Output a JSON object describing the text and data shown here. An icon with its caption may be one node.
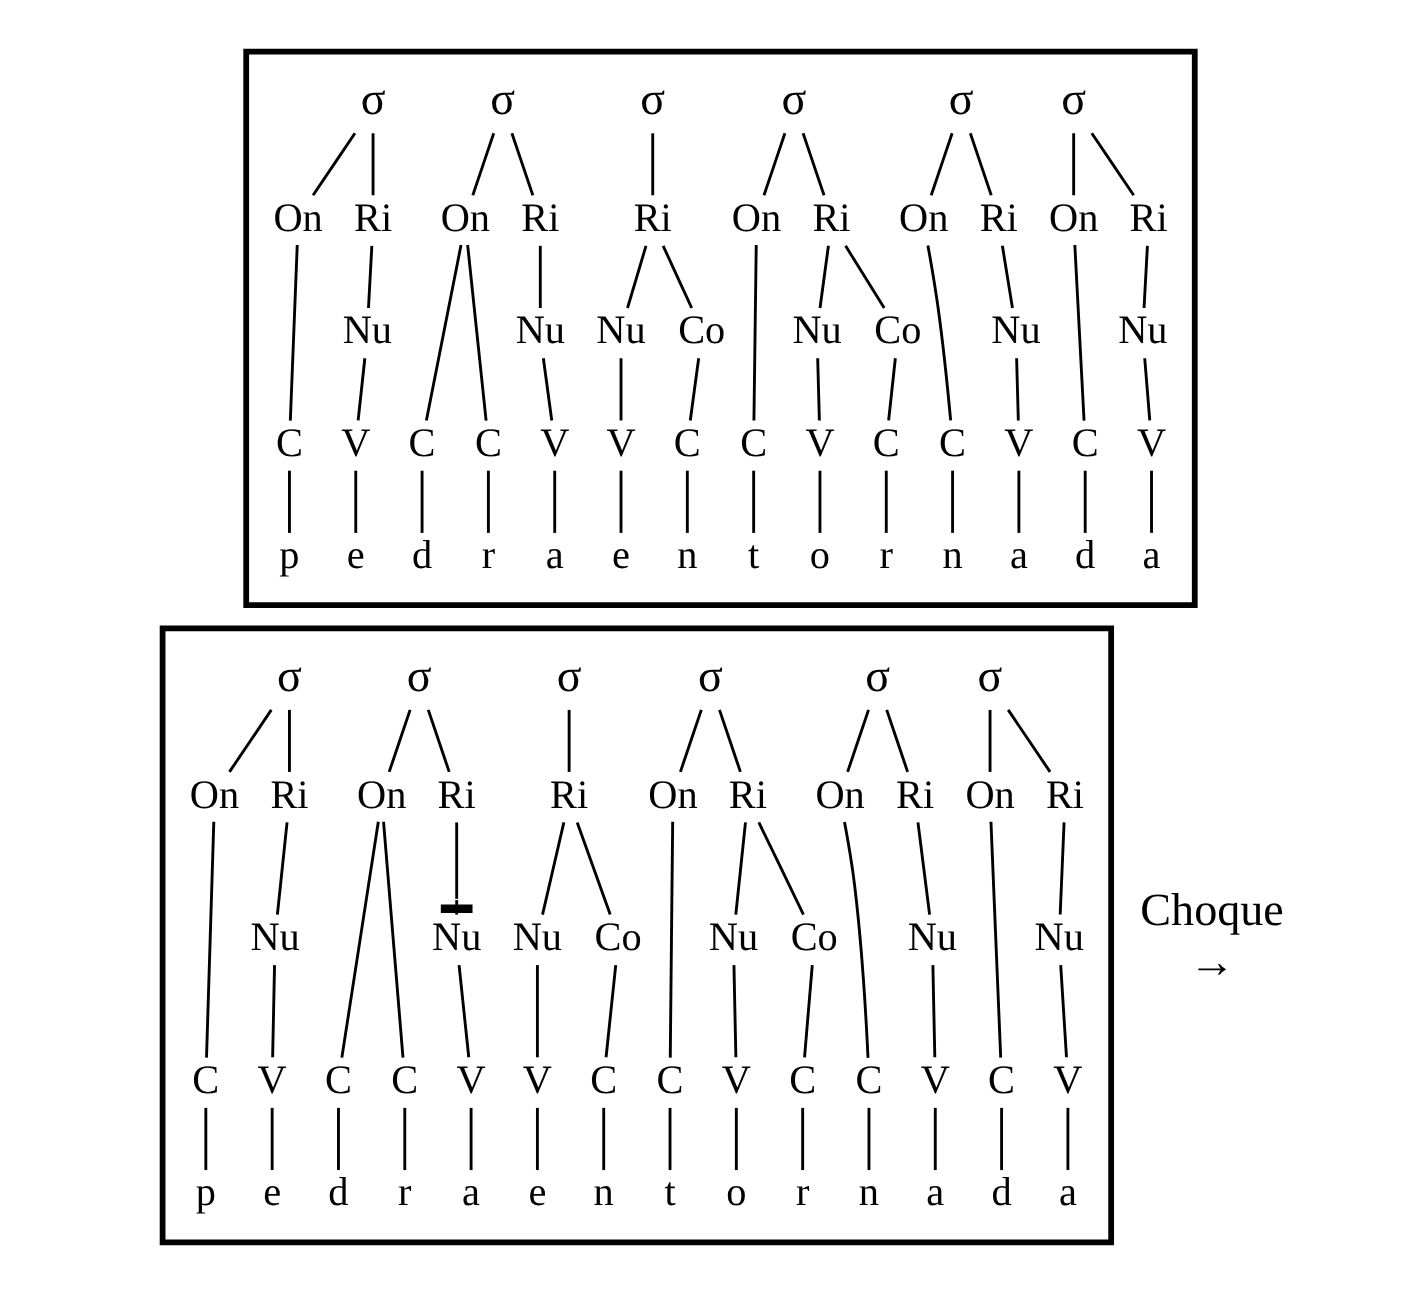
{
  "diagram": {
    "nodes": [
      {
        "text": [],
        "shape": "box"
      },
      {
        "text": [
          "σ"
        ],
        "in": 0
      },
      {
        "text": [
          "On"
        ],
        "in": 0
      },
      {
        "text": [
          "Ri"
        ],
        "in": 0
      },
      {
        "text": [
          "Nu"
        ],
        "in": 0
      },
      {
        "text": [
          "C"
        ],
        "in": 0
      },
      {
        "text": [
          "V"
        ],
        "in": 0
      },
      {
        "text": [
          "p"
        ],
        "in": 0
      },
      {
        "text": [
          "e"
        ],
        "in": 0
      },
      {
        "text": [
          "σ"
        ],
        "in": 0
      },
      {
        "text": [
          "On"
        ],
        "in": 0
      },
      {
        "text": [
          "Ri"
        ],
        "in": 0
      },
      {
        "text": [
          "Nu"
        ],
        "in": 0
      },
      {
        "text": [
          "C"
        ],
        "in": 0
      },
      {
        "text": [
          "C"
        ],
        "in": 0
      },
      {
        "text": [
          "V"
        ],
        "in": 0
      },
      {
        "text": [
          "d"
        ],
        "in": 0
      },
      {
        "text": [
          "r"
        ],
        "in": 0
      },
      {
        "text": [
          "a"
        ],
        "in": 0
      },
      {
        "text": [
          "σ"
        ],
        "in": 0
      },
      {
        "text": [
          "Ri"
        ],
        "in": 0
      },
      {
        "text": [
          "Nu"
        ],
        "in": 0
      },
      {
        "text": [
          "Co"
        ],
        "in": 0
      },
      {
        "text": [
          "V"
        ],
        "in": 0
      },
      {
        "text": [
          "C"
        ],
        "in": 0
      },
      {
        "text": [
          "e"
        ],
        "in": 0
      },
      {
        "text": [
          "n"
        ],
        "in": 0
      },
      {
        "text": [
          "σ"
        ],
        "in": 0
      },
      {
        "text": [
          "On"
        ],
        "in": 0
      },
      {
        "text": [
          "Ri"
        ],
        "in": 0
      },
      {
        "text": [
          "Nu"
        ],
        "in": 0
      },
      {
        "text": [
          "Co"
        ],
        "in": 0
      },
      {
        "text": [
          "C"
        ],
        "in": 0
      },
      {
        "text": [
          "V"
        ],
        "in": 0
      },
      {
        "text": [
          "C"
        ],
        "in": 0
      },
      {
        "text": [
          "t"
        ],
        "in": 0
      },
      {
        "text": [
          "o"
        ],
        "in": 0
      },
      {
        "text": [
          "r"
        ],
        "in": 0
      },
      {
        "text": [
          "σ"
        ],
        "in": 0
      },
      {
        "text": [
          "On"
        ],
        "in": 0
      },
      {
        "text": [
          "Ri"
        ],
        "in": 0
      },
      {
        "text": [
          "Nu"
        ],
        "in": 0
      },
      {
        "text": [
          "C"
        ],
        "in": 0
      },
      {
        "text": [
          "V"
        ],
        "in": 0
      },
      {
        "text": [
          "n"
        ],
        "in": 0
      },
      {
        "text": [
          "a"
        ],
        "in": 0
      },
      {
        "text": [
          "σ"
        ],
        "in": 0
      },
      {
        "text": [
          "On"
        ],
        "in": 0
      },
      {
        "text": [
          "Ri"
        ],
        "in": 0
      },
      {
        "text": [
          "Nu"
        ],
        "in": 0
      },
      {
        "text": [
          "C"
        ],
        "in": 0
      },
      {
        "text": [
          "V"
        ],
        "in": 0
      },
      {
        "text": [
          "d"
        ],
        "in": 0
      },
      {
        "text": [
          "a"
        ],
        "in": 0
      },
      {
        "text": [],
        "shape": "box"
      },
      {
        "text": [
          "σ"
        ],
        "in": 54
      },
      {
        "text": [
          "On"
        ],
        "in": 54
      },
      {
        "text": [
          "Ri"
        ],
        "in": 54
      },
      {
        "text": [
          "Nu"
        ],
        "in": 54
      },
      {
        "text": [
          "C"
        ],
        "in": 54
      },
      {
        "text": [
          "V"
        ],
        "in": 54
      },
      {
        "text": [
          "p"
        ],
        "in": 54
      },
      {
        "text": [
          "e"
        ],
        "in": 54
      },
      {
        "text": [
          "σ"
        ],
        "in": 54
      },
      {
        "text": [
          "On"
        ],
        "in": 54
      },
      {
        "text": [
          "Ri"
        ],
        "in": 54
      },
      {
        "text": [
          "Nu"
        ],
        "in": 54
      },
      {
        "text": [
          "C"
        ],
        "in": 54
      },
      {
        "text": [
          "C"
        ],
        "in": 54
      },
      {
        "text": [
          "V"
        ],
        "in": 54
      },
      {
        "text": [
          "d"
        ],
        "in": 54
      },
      {
        "text": [
          "r"
        ],
        "in": 54
      },
      {
        "text": [
          "a"
        ],
        "in": 54
      },
      {
        "text": [
          "σ"
        ],
        "in": 54
      },
      {
        "text": [
          "Ri"
        ],
        "in": 54
      },
      {
        "text": [
          "Nu"
        ],
        "in": 54
      },
      {
        "text": [
          "Co"
        ],
        "in": 54
      },
      {
        "text": [
          "V"
        ],
        "in": 54
      },
      {
        "text": [
          "C"
        ],
        "in": 54
      },
      {
        "text": [
          "e"
        ],
        "in": 54
      },
      {
        "text": [
          "n"
        ],
        "in": 54
      },
      {
        "text": [
          "σ"
        ],
        "in": 54
      },
      {
        "text": [
          "On"
        ],
        "in": 54
      },
      {
        "text": [
          "Ri"
        ],
        "in": 54
      },
      {
        "text": [
          "Nu"
        ],
        "in": 54
      },
      {
        "text": [
          "Co"
        ],
        "in": 54
      },
      {
        "text": [
          "C"
        ],
        "in": 54
      },
      {
        "text": [
          "V"
        ],
        "in": 54
      },
      {
        "text": [
          "C"
        ],
        "in": 54
      },
      {
        "text": [
          "t"
        ],
        "in": 54
      },
      {
        "text": [
          "o"
        ],
        "in": 54
      },
      {
        "text": [
          "r"
        ],
        "in": 54
      },
      {
        "text": [
          "σ"
        ],
        "in": 54
      },
      {
        "text": [
          "On"
        ],
        "in": 54
      },
      {
        "text": [
          "Ri"
        ],
        "in": 54
      },
      {
        "text": [
          "Nu"
        ],
        "in": 54
      },
      {
        "text": [
          "C"
        ],
        "in": 54
      },
      {
        "text": [
          "V"
        ],
        "in": 54
      },
      {
        "text": [
          "n"
        ],
        "in": 54
      },
      {
        "text": [
          "a"
        ],
        "in": 54
      },
      {
        "text": [
          "σ"
        ],
        "in": 54
      },
      {
        "text": [
          "On"
        ],
        "in": 54
      },
      {
        "text": [
          "Ri"
        ],
        "in": 54
      },
      {
        "text": [
          "Nu"
        ],
        "in": 54
      },
      {
        "text": [
          "C"
        ],
        "in": 54
      },
      {
        "text": [
          "V"
        ],
        "in": 54
      },
      {
        "text": [
          "d"
        ],
        "in": 54
      },
      {
        "text": [
          "a"
        ],
        "in": 54
      }
    ],
    "edges": [
      {
        "from": 1,
        "to": 2,
        "arrow": "none"
      },
      {
        "from": 1,
        "to": 3,
        "arrow": "none"
      },
      {
        "from": 3,
        "to": 4,
        "arrow": "none"
      },
      {
        "from": 2,
        "to": 5,
        "arrow": "none"
      },
      {
        "from": 4,
        "to": 6,
        "arrow": "none"
      },
      {
        "from": 5,
        "to": 7,
        "arrow": "none"
      },
      {
        "from": 6,
        "to": 8,
        "arrow": "none"
      },
      {
        "from": 9,
        "to": 10,
        "arrow": "none"
      },
      {
        "from": 9,
        "to": 11,
        "arrow": "none"
      },
      {
        "from": 11,
        "to": 12,
        "arrow": "none"
      },
      {
        "from": 10,
        "to": 13,
        "arrow": "none"
      },
      {
        "from": 10,
        "to": 14,
        "arrow": "none"
      },
      {
        "from": 12,
        "to": 15,
        "arrow": "none"
      },
      {
        "from": 13,
        "to": 16,
        "arrow": "none"
      },
      {
        "from": 14,
        "to": 17,
        "arrow": "none"
      },
      {
        "from": 15,
        "to": 18,
        "arrow": "none"
      },
      {
        "from": 19,
        "to": 20,
        "arrow": "none"
      },
      {
        "from": 20,
        "to": 21,
        "arrow": "none"
      },
      {
        "from": 20,
        "to": 22,
        "arrow": "none"
      },
      {
        "from": 21,
        "to": 23,
        "arrow": "none"
      },
      {
        "from": 22,
        "to": 24,
        "arrow": "none"
      },
      {
        "from": 23,
        "to": 25,
        "arrow": "none"
      },
      {
        "from": 24,
        "to": 26,
        "arrow": "none"
      },
      {
        "from": 27,
        "to": 28,
        "arrow": "none"
      },
      {
        "from": 27,
        "to": 29,
        "arrow": "none"
      },
      {
        "from": 29,
        "to": 30,
        "arrow": "none"
      },
      {
        "from": 29,
        "to": 31,
        "arrow": "none"
      },
      {
        "from": 28,
        "to": 32,
        "arrow": "none"
      },
      {
        "from": 30,
        "to": 33,
        "arrow": "none"
      },
      {
        "from": 31,
        "to": 34,
        "arrow": "none"
      },
      {
        "from": 32,
        "to": 35,
        "arrow": "none"
      },
      {
        "from": 33,
        "to": 36,
        "arrow": "none"
      },
      {
        "from": 34,
        "to": 37,
        "arrow": "none"
      },
      {
        "from": 38,
        "to": 39,
        "arrow": "none"
      },
      {
        "from": 38,
        "to": 40,
        "arrow": "none"
      },
      {
        "from": 40,
        "to": 41,
        "arrow": "none"
      },
      {
        "from": 39,
        "to": 42,
        "arrow": "none"
      },
      {
        "from": 41,
        "to": 43,
        "arrow": "none"
      },
      {
        "from": 42,
        "to": 44,
        "arrow": "none"
      },
      {
        "from": 43,
        "to": 45,
        "arrow": "none"
      },
      {
        "from": 46,
        "to": 47,
        "arrow": "none"
      },
      {
        "from": 46,
        "to": 48,
        "arrow": "none"
      },
      {
        "from": 48,
        "to": 49,
        "arrow": "none"
      },
      {
        "from": 47,
        "to": 50,
        "arrow": "none"
      },
      {
        "from": 49,
        "to": 51,
        "arrow": "none"
      },
      {
        "from": 50,
        "to": 52,
        "arrow": "none"
      },
      {
        "from": 51,
        "to": 53,
        "arrow": "none"
      },
      {
        "from": 55,
        "to": 56,
        "arrow": "none"
      },
      {
        "from": 55,
        "to": 57,
        "arrow": "none"
      },
      {
        "from": 57,
        "to": 58,
        "arrow": "none"
      },
      {
        "from": 56,
        "to": 59,
        "arrow": "none"
      },
      {
        "from": 58,
        "to": 60,
        "arrow": "none"
      },
      {
        "from": 59,
        "to": 61,
        "arrow": "none"
      },
      {
        "from": 60,
        "to": 62,
        "arrow": "none"
      },
      {
        "from": 63,
        "to": 64,
        "arrow": "none"
      },
      {
        "from": 63,
        "to": 65,
        "arrow": "none"
      },
      {
        "from": 65,
        "to": 66,
        "arrow": "other"
      },
      {
        "from": 64,
        "to": 67,
        "arrow": "none"
      },
      {
        "from": 64,
        "to": 68,
        "arrow": "none"
      },
      {
        "from": 66,
        "to": 69,
        "arrow": "none"
      },
      {
        "from": 67,
        "to": 70,
        "arrow": "none"
      },
      {
        "from": 68,
        "to": 71,
        "arrow": "none"
      },
      {
        "from": 69,
        "to": 72,
        "arrow": "none"
      },
      {
        "from": 73,
        "to": 74,
        "arrow": "none"
      },
      {
        "from": 74,
        "to": 75,
        "arrow": "none"
      },
      {
        "from": 74,
        "to": 76,
        "arrow": "none"
      },
      {
        "from": 75,
        "to": 77,
        "arrow": "none"
      },
      {
        "from": 76,
        "to": 78,
        "arrow": "none"
      },
      {
        "from": 77,
        "to": 79,
        "arrow": "none"
      },
      {
        "from": 78,
        "to": 80,
        "arrow": "none"
      },
      {
        "from": 81,
        "to": 82,
        "arrow": "none"
      },
      {
        "from": 81,
        "to": 83,
        "arrow": "none"
      },
      {
        "from": 83,
        "to": 84,
        "arrow": "none"
      },
      {
        "from": 83,
        "to": 85,
        "arrow": "none"
      },
      {
        "from": 82,
        "to": 86,
        "arrow": "none"
      },
      {
        "from": 84,
        "to": 87,
        "arrow": "none"
      },
      {
        "from": 85,
        "to": 88,
        "arrow": "none"
      },
      {
        "from": 86,
        "to": 89,
        "arrow": "none"
      },
      {
        "from": 87,
        "to": 90,
        "arrow": "none"
      },
      {
        "from": 88,
        "to": 91,
        "arrow": "none"
      },
      {
        "from": 92,
        "to": 93,
        "arrow": "none"
      },
      {
        "from": 92,
        "to": 94,
        "arrow": "none"
      },
      {
        "from": 94,
        "to": 95,
        "arrow": "none"
      },
      {
        "from": 93,
        "to": 96,
        "arrow": "none"
      },
      {
        "from": 95,
        "to": 97,
        "arrow": "none"
      },
      {
        "from": 96,
        "to": 98,
        "arrow": "none"
      },
      {
        "from": 97,
        "to": 99,
        "arrow": "none"
      },
      {
        "from": 100,
        "to": 101,
        "arrow": "none"
      },
      {
        "from": 100,
        "to": 102,
        "arrow": "none"
      },
      {
        "from": 102,
        "to": 103,
        "arrow": "none"
      },
      {
        "from": 101,
        "to": 104,
        "arrow": "none"
      },
      {
        "from": 103,
        "to": 105,
        "arrow": "none"
      },
      {
        "from": 104,
        "to": 106,
        "arrow": "none"
      },
      {
        "from": 105,
        "to": 107,
        "arrow": "none"
      }
    ],
    "labels": [
      "Choque →"
    ]
  }
}
